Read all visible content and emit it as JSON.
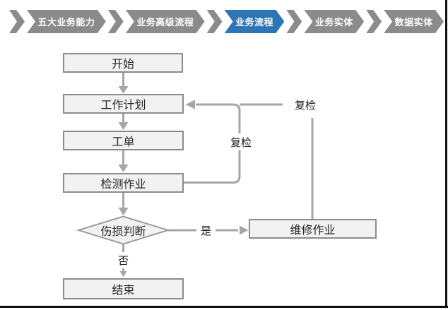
{
  "breadcrumb": {
    "items": [
      {
        "label": "五大业务能力",
        "active": false
      },
      {
        "label": "业务高级流程",
        "active": false
      },
      {
        "label": "业务流程",
        "active": true
      },
      {
        "label": "业务实体",
        "active": false
      },
      {
        "label": "数据实体",
        "active": false
      }
    ],
    "colors": {
      "inactive": "#8b8b8b",
      "active": "#2e75b6",
      "text": "#ffffff"
    }
  },
  "flowchart": {
    "nodes": [
      {
        "id": "start",
        "label": "开始",
        "type": "process"
      },
      {
        "id": "work-plan",
        "label": "工作计划",
        "type": "process"
      },
      {
        "id": "work-order",
        "label": "工单",
        "type": "process"
      },
      {
        "id": "inspection-job",
        "label": "检测作业",
        "type": "process"
      },
      {
        "id": "damage-decision",
        "label": "伤损判断",
        "type": "decision"
      },
      {
        "id": "repair-job",
        "label": "维修作业",
        "type": "process"
      },
      {
        "id": "end",
        "label": "结束",
        "type": "process"
      }
    ],
    "edge_labels": {
      "recheck_from_inspection": "复检",
      "recheck_from_repair": "复检",
      "yes": "是",
      "no": "否"
    },
    "colors": {
      "node_fill": "#f2f2f2",
      "node_border": "#8c8c8c",
      "line": "#a6a6a6",
      "text": "#262626"
    }
  }
}
